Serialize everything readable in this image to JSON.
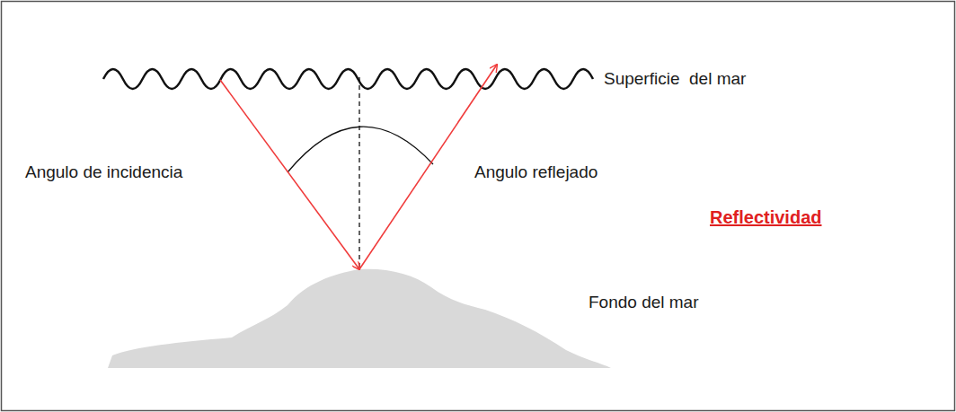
{
  "diagram": {
    "labels": [
      "Superficie  del mar",
      "Angulo de incidencia",
      "Angulo reflejado",
      "Reflectividad",
      "Fondo del mar"
    ]
  }
}
